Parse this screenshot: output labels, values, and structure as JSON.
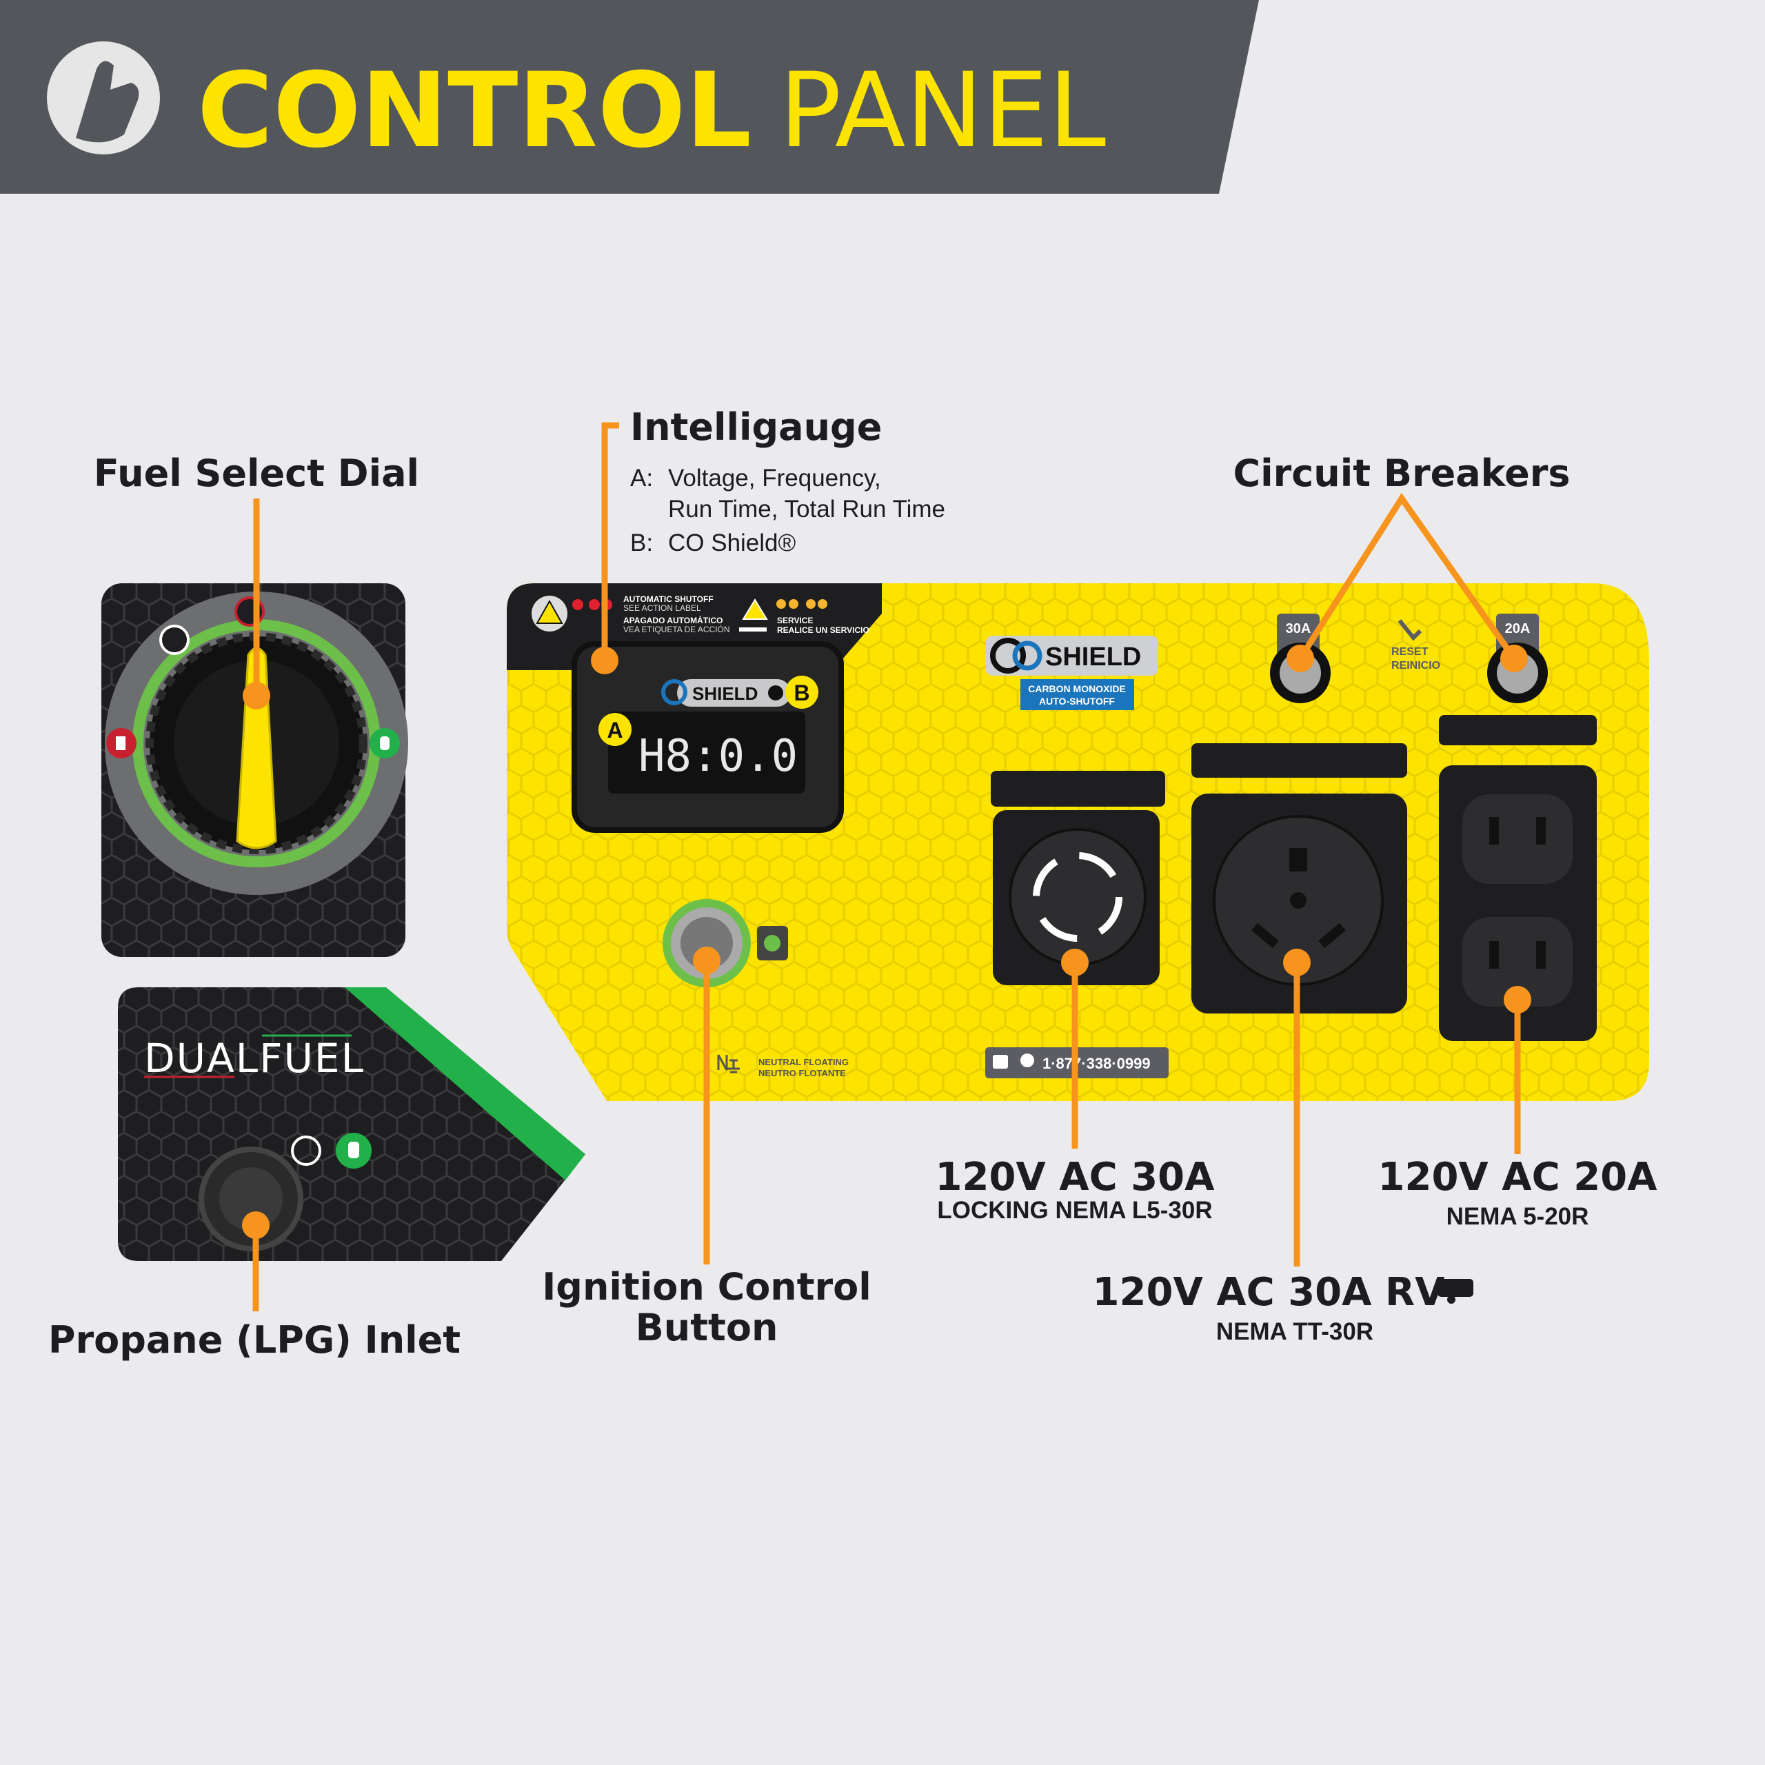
{
  "header": {
    "title_bold": "CONTROL",
    "title_light": "PANEL",
    "icon": "hand-pointer-icon"
  },
  "colors": {
    "accent_yellow": "#fce300",
    "leader_orange": "#f7941d",
    "header_bg": "#53575c",
    "propane_green": "#22b04b",
    "co_blue": "#1b75bc"
  },
  "callouts": {
    "fuel_dial": "Fuel Select Dial",
    "intelligauge": {
      "title": "Intelligauge",
      "a_key": "A:",
      "a_line1": "Voltage, Frequency,",
      "a_line2": "Run Time, Total Run Time",
      "b_key": "B:",
      "b_text": "CO Shield®"
    },
    "circuit_breakers": "Circuit Breakers",
    "ignition": {
      "line1": "Ignition Control",
      "line2": "Button"
    },
    "propane_inlet": "Propane (LPG) Inlet",
    "outlet_l530": {
      "title": "120V AC 30A",
      "sub": "LOCKING NEMA L5-30R"
    },
    "outlet_tt30": {
      "title": "120V AC 30A RV",
      "sub": "NEMA TT-30R"
    },
    "outlet_520": {
      "title": "120V AC 20A",
      "sub": "NEMA 5-20R"
    }
  },
  "panel": {
    "shutoff_l1": "AUTOMATIC SHUTOFF",
    "shutoff_l2": "SEE ACTION LABEL",
    "shutoff_l3": "APAGADO AUTOMÁTICO",
    "shutoff_l4": "VEA ETIQUETA DE ACCIÓN",
    "service_l1": "SERVICE",
    "service_l2": "REALICE UN SERVICIO",
    "display_value": "H8:0.0",
    "badge_a": "A",
    "badge_b": "B",
    "coshield": "SHIELD",
    "coshield_l1": "CARBON MONOXIDE",
    "coshield_l2": "AUTO-SHUTOFF",
    "breaker_30": "30A",
    "breaker_20": "20A",
    "reset_l1": "RESET",
    "reset_l2": "REINICIO",
    "neutral_l1": "NEUTRAL FLOATING",
    "neutral_l2": "NEUTRO FLOTANTE",
    "phone": "1·877·338·0999"
  },
  "dualfuel": {
    "logo": "DUALFUEL"
  }
}
